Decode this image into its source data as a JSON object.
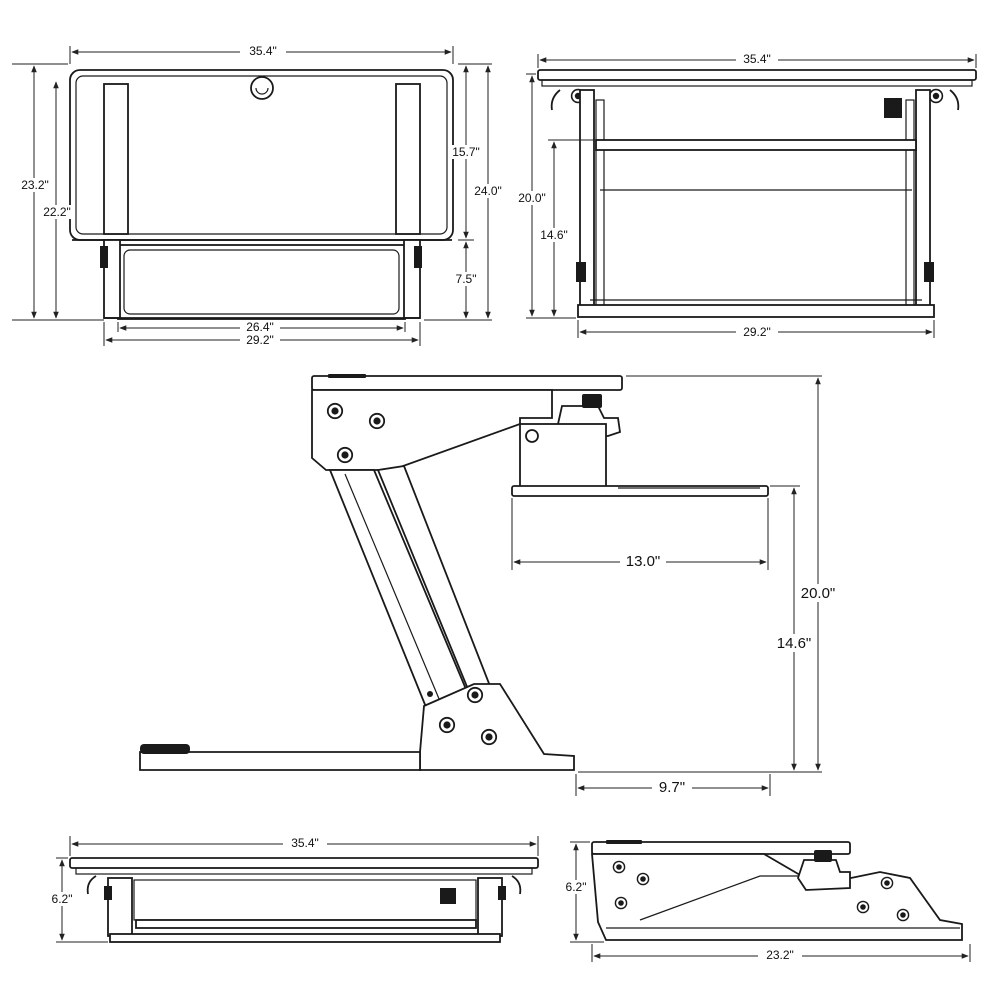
{
  "front_view": {
    "width_top": "35.4\"",
    "height_overall": "23.2\"",
    "height_inner": "22.2\"",
    "top_height": "15.7\"",
    "height_right": "24.0\"",
    "keyboard_height": "7.5\"",
    "keyboard_width": "26.4\"",
    "base_width": "29.2\""
  },
  "rear_view": {
    "width_top": "35.4\"",
    "height_overall": "20.0\"",
    "keyboard_height": "14.6\"",
    "base_width": "29.2\""
  },
  "side_view": {
    "keyboard_depth": "13.0\"",
    "height_overall": "20.0\"",
    "keyboard_height": "14.6\"",
    "base_offset": "9.7\""
  },
  "collapsed_front": {
    "width_top": "35.4\"",
    "height": "6.2\""
  },
  "collapsed_side": {
    "height": "6.2\"",
    "depth": "23.2\""
  }
}
